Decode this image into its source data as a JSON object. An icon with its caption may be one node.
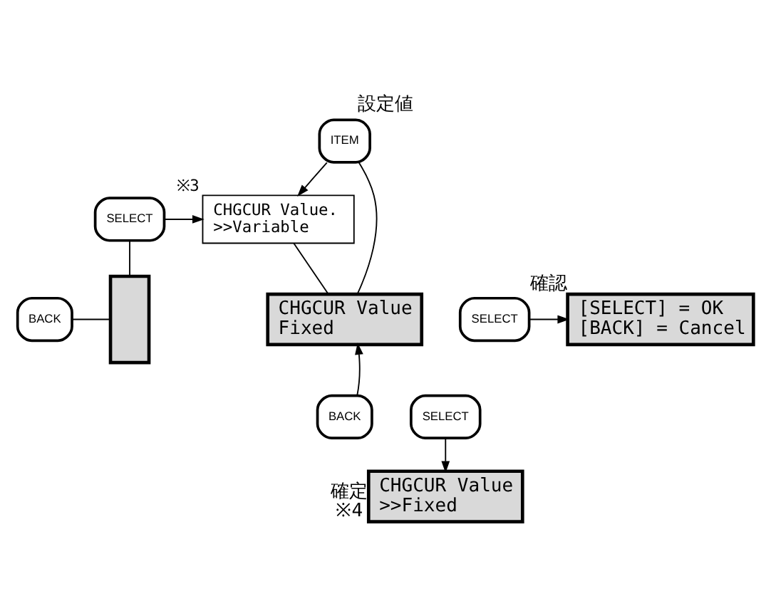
{
  "diagram": {
    "title": "設定値",
    "nodes": [
      {
        "text": [
          "ITEM"
        ]
      },
      {
        "text": [
          "CHGCUR Value. >>Variable"
        ],
        "beside": [
          "※3"
        ]
      },
      {
        "text": [
          "CHGCUR Value Fixed"
        ]
      },
      {
        "text": [
          "SELECT"
        ]
      },
      {
        "text": [
          "SELECT"
        ]
      },
      {
        "text": [
          "BACK"
        ]
      },
      {
        "text": [
          "[SELECT] = OK [BACK] = Cancel"
        ],
        "beside": [
          "確認"
        ]
      },
      {
        "text": [
          "SELECT"
        ]
      },
      {
        "text": [
          "CHGCUR Value >>Fixed"
        ],
        "beside": [
          "確定",
          "※4"
        ]
      },
      {
        "text": [],
        "shape": "box"
      },
      {
        "text": [
          "BACK"
        ]
      }
    ],
    "edges": [
      {
        "from": 0,
        "to": 1,
        "arrow": "to"
      },
      {
        "from": 1,
        "to": 2,
        "arrow": "none"
      },
      {
        "from": 2,
        "to": 0,
        "arrow": "none"
      },
      {
        "from": 3,
        "to": 1,
        "arrow": "to"
      },
      {
        "from": 3,
        "to": 9,
        "arrow": "none"
      },
      {
        "from": 5,
        "to": 2,
        "arrow": "to"
      },
      {
        "from": 4,
        "to": 6,
        "arrow": "to"
      },
      {
        "from": 7,
        "to": 8,
        "arrow": "to"
      },
      {
        "from": 10,
        "to": 9,
        "arrow": "none"
      }
    ]
  }
}
